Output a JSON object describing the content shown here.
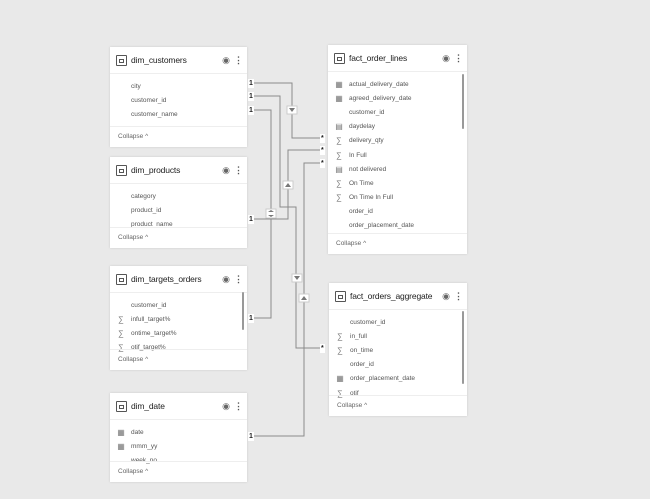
{
  "tables": [
    {
      "name": "dim_customers",
      "fields": [
        {
          "icon": "",
          "label": "city"
        },
        {
          "icon": "",
          "label": "customer_id"
        },
        {
          "icon": "",
          "label": "customer_name"
        }
      ],
      "collapse": "Collapse ^"
    },
    {
      "name": "dim_products",
      "fields": [
        {
          "icon": "",
          "label": "category"
        },
        {
          "icon": "",
          "label": "product_id"
        },
        {
          "icon": "",
          "label": "product_name"
        }
      ],
      "collapse": "Collapse ^"
    },
    {
      "name": "dim_targets_orders",
      "fields": [
        {
          "icon": "",
          "label": "customer_id"
        },
        {
          "icon": "sum",
          "label": "infull_target%"
        },
        {
          "icon": "sum",
          "label": "ontime_target%"
        },
        {
          "icon": "sum",
          "label": "otif_target%"
        }
      ],
      "collapse": "Collapse ^"
    },
    {
      "name": "dim_date",
      "fields": [
        {
          "icon": "calendar",
          "label": "date"
        },
        {
          "icon": "calendar",
          "label": "mmm_yy"
        },
        {
          "icon": "",
          "label": "week_no"
        }
      ],
      "collapse": "Collapse ^"
    },
    {
      "name": "fact_order_lines",
      "fields": [
        {
          "icon": "calendar",
          "label": "actual_delivery_date"
        },
        {
          "icon": "calendar",
          "label": "agreed_delivery_date"
        },
        {
          "icon": "",
          "label": "customer_id"
        },
        {
          "icon": "calc",
          "label": "daydelay"
        },
        {
          "icon": "sum",
          "label": "delivery_qty"
        },
        {
          "icon": "sum",
          "label": "In Full"
        },
        {
          "icon": "calc",
          "label": "not delivered"
        },
        {
          "icon": "sum",
          "label": "On Time"
        },
        {
          "icon": "sum",
          "label": "On Time In Full"
        },
        {
          "icon": "",
          "label": "order_id"
        },
        {
          "icon": "",
          "label": "order_placement_date"
        }
      ],
      "collapse": "Collapse ^"
    },
    {
      "name": "fact_orders_aggregate",
      "fields": [
        {
          "icon": "",
          "label": "customer_id"
        },
        {
          "icon": "sum",
          "label": "in_full"
        },
        {
          "icon": "sum",
          "label": "on_time"
        },
        {
          "icon": "",
          "label": "order_id"
        },
        {
          "icon": "calendar",
          "label": "order_placement_date"
        },
        {
          "icon": "sum",
          "label": "otif"
        }
      ],
      "collapse": "Collapse ^"
    }
  ],
  "cardinality": {
    "one": "1",
    "many": "*"
  }
}
